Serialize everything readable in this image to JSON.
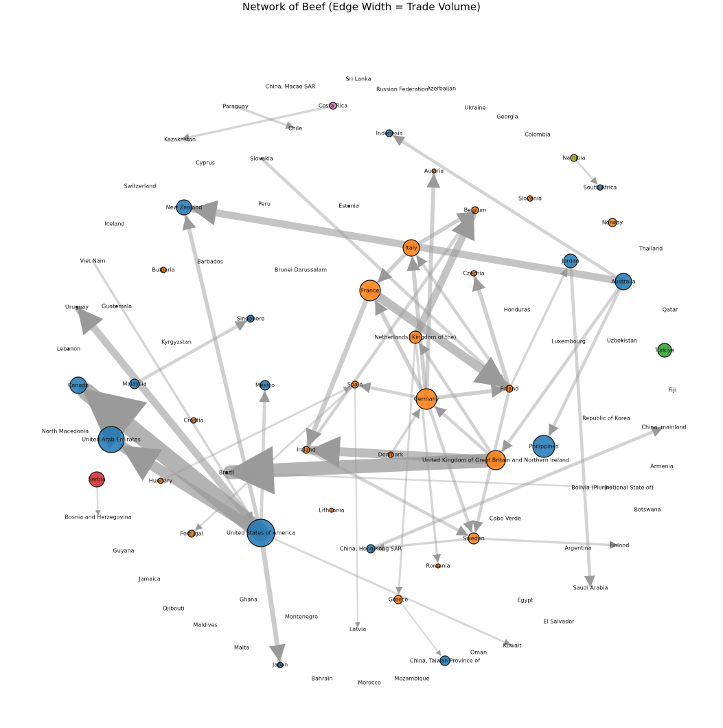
{
  "title": "Network of Beef (Edge Width = Trade Volume)",
  "colors": {
    "blue": "#1f77b4",
    "orange": "#ff7f0e",
    "red": "#d62728",
    "green": "#2ca02c",
    "pink": "#e377c2",
    "olive": "#bcbd22",
    "edge": "#9a9a9a"
  },
  "nodes": [
    {
      "name": "United States of America",
      "group": "blue"
    },
    {
      "name": "United Arab Emirates",
      "group": "blue"
    },
    {
      "name": "Philippines",
      "group": "blue"
    },
    {
      "name": "Canada",
      "group": "blue"
    },
    {
      "name": "Australia",
      "group": "blue"
    },
    {
      "name": "Jordan",
      "group": "blue"
    },
    {
      "name": "New Zealand",
      "group": "blue"
    },
    {
      "name": "Serbia",
      "group": "red"
    },
    {
      "name": "Türkiye",
      "group": "green"
    },
    {
      "name": "Mexico",
      "group": "blue"
    },
    {
      "name": "Malaysia",
      "group": "blue"
    },
    {
      "name": "Singapore",
      "group": "blue"
    },
    {
      "name": "Indonesia",
      "group": "blue"
    },
    {
      "name": "South Africa",
      "group": "blue"
    },
    {
      "name": "China, Hong Kong SAR",
      "group": "blue"
    },
    {
      "name": "China, Taiwan Province of",
      "group": "blue"
    },
    {
      "name": "Japan",
      "group": "blue"
    },
    {
      "name": "Costa Rica",
      "group": "pink"
    },
    {
      "name": "Namibia",
      "group": "olive"
    },
    {
      "name": "Germany",
      "group": "orange"
    },
    {
      "name": "United Kingdom of Great Britain and Northern Ireland",
      "group": "orange"
    },
    {
      "name": "France",
      "group": "orange"
    },
    {
      "name": "Italy",
      "group": "orange"
    },
    {
      "name": "Netherlands (Kingdom of the)",
      "group": "orange"
    },
    {
      "name": "Sweden",
      "group": "orange"
    },
    {
      "name": "Ireland",
      "group": "orange"
    },
    {
      "name": "Spain",
      "group": "orange"
    },
    {
      "name": "Denmark",
      "group": "orange"
    },
    {
      "name": "Poland",
      "group": "orange"
    },
    {
      "name": "Belgium",
      "group": "orange"
    },
    {
      "name": "Czechia",
      "group": "orange"
    },
    {
      "name": "Austria",
      "group": "orange"
    },
    {
      "name": "Slovenia",
      "group": "orange"
    },
    {
      "name": "Norway",
      "group": "orange"
    },
    {
      "name": "Bulgaria",
      "group": "orange"
    },
    {
      "name": "Croatia",
      "group": "orange"
    },
    {
      "name": "Hungary",
      "group": "orange"
    },
    {
      "name": "Portugal",
      "group": "orange"
    },
    {
      "name": "Lithuania",
      "group": "orange"
    },
    {
      "name": "Romania",
      "group": "orange"
    },
    {
      "name": "Greece",
      "group": "orange"
    },
    {
      "name": "Estonia",
      "group": "none"
    },
    {
      "name": "Sri Lanka",
      "group": "none"
    },
    {
      "name": "China, Macao SAR",
      "group": "none"
    },
    {
      "name": "Russian Federation",
      "group": "none"
    },
    {
      "name": "Azerbaijan",
      "group": "none"
    },
    {
      "name": "Paraguay",
      "group": "none"
    },
    {
      "name": "Ukraine",
      "group": "none"
    },
    {
      "name": "Georgia",
      "group": "none"
    },
    {
      "name": "Chile",
      "group": "none"
    },
    {
      "name": "Kazakhstan",
      "group": "none"
    },
    {
      "name": "Colombia",
      "group": "none"
    },
    {
      "name": "Slovakia",
      "group": "none"
    },
    {
      "name": "Cyprus",
      "group": "none"
    },
    {
      "name": "Switzerland",
      "group": "none"
    },
    {
      "name": "Peru",
      "group": "none"
    },
    {
      "name": "Iceland",
      "group": "none"
    },
    {
      "name": "Thailand",
      "group": "none"
    },
    {
      "name": "Viet Nam",
      "group": "none"
    },
    {
      "name": "Barbados",
      "group": "none"
    },
    {
      "name": "Brunei Darussalam",
      "group": "none"
    },
    {
      "name": "Uruguay",
      "group": "none"
    },
    {
      "name": "Guatemala",
      "group": "none"
    },
    {
      "name": "Honduras",
      "group": "none"
    },
    {
      "name": "Qatar",
      "group": "none"
    },
    {
      "name": "Kyrgyzstan",
      "group": "none"
    },
    {
      "name": "Luxembourg",
      "group": "none"
    },
    {
      "name": "Uzbekistan",
      "group": "none"
    },
    {
      "name": "Lebanon",
      "group": "none"
    },
    {
      "name": "Fiji",
      "group": "none"
    },
    {
      "name": "Republic of Korea",
      "group": "none"
    },
    {
      "name": "China, mainland",
      "group": "none"
    },
    {
      "name": "North Macedonia",
      "group": "none"
    },
    {
      "name": "Armenia",
      "group": "none"
    },
    {
      "name": "Brazil",
      "group": "none"
    },
    {
      "name": "Bolivia (Plurinational State of)",
      "group": "none"
    },
    {
      "name": "Botswana",
      "group": "none"
    },
    {
      "name": "Bosnia and Herzegovina",
      "group": "none"
    },
    {
      "name": "Cabo Verde",
      "group": "none"
    },
    {
      "name": "Argentina",
      "group": "none"
    },
    {
      "name": "Finland",
      "group": "none"
    },
    {
      "name": "Guyana",
      "group": "none"
    },
    {
      "name": "Jamaica",
      "group": "none"
    },
    {
      "name": "Saudi Arabia",
      "group": "none"
    },
    {
      "name": "Djibouti",
      "group": "none"
    },
    {
      "name": "Ghana",
      "group": "none"
    },
    {
      "name": "Egypt",
      "group": "none"
    },
    {
      "name": "Montenegro",
      "group": "none"
    },
    {
      "name": "Maldives",
      "group": "none"
    },
    {
      "name": "El Salvador",
      "group": "none"
    },
    {
      "name": "Latvia",
      "group": "none"
    },
    {
      "name": "Malta",
      "group": "none"
    },
    {
      "name": "Kuwait",
      "group": "none"
    },
    {
      "name": "Oman",
      "group": "none"
    },
    {
      "name": "Bahrain",
      "group": "none"
    },
    {
      "name": "Morocco",
      "group": "none"
    },
    {
      "name": "Mozambique",
      "group": "none"
    }
  ],
  "edges": [
    {
      "source": "United States of America",
      "target": "Canada",
      "weight": 10
    },
    {
      "source": "United States of America",
      "target": "United Arab Emirates",
      "weight": 6
    },
    {
      "source": "United States of America",
      "target": "Uruguay",
      "weight": 4
    },
    {
      "source": "United Kingdom of Great Britain and Northern Ireland",
      "target": "Brazil",
      "weight": 8
    },
    {
      "source": "United Kingdom of Great Britain and Northern Ireland",
      "target": "Ireland",
      "weight": 5
    },
    {
      "source": "Australia",
      "target": "New Zealand",
      "weight": 4
    },
    {
      "source": "France",
      "target": "Poland",
      "weight": 5
    },
    {
      "source": "Netherlands (Kingdom of the)",
      "target": "Belgium",
      "weight": 4
    },
    {
      "source": "United States of America",
      "target": "Japan",
      "weight": 2.5
    },
    {
      "source": "United States of America",
      "target": "New Zealand",
      "weight": 2
    },
    {
      "source": "France",
      "target": "Ireland",
      "weight": 2.5
    },
    {
      "source": "Germany",
      "target": "Austria",
      "weight": 2
    },
    {
      "source": "Germany",
      "target": "Poland",
      "weight": 2
    },
    {
      "source": "Germany",
      "target": "France",
      "weight": 2
    },
    {
      "source": "Germany",
      "target": "Italy",
      "weight": 2
    },
    {
      "source": "Germany",
      "target": "Spain",
      "weight": 1.5
    },
    {
      "source": "Germany",
      "target": "Sweden",
      "weight": 1.5
    },
    {
      "source": "Poland",
      "target": "Czechia",
      "weight": 2
    },
    {
      "source": "Poland",
      "target": "Italy",
      "weight": 1.5
    },
    {
      "source": "Poland",
      "target": "Sweden",
      "weight": 1.5
    },
    {
      "source": "Italy",
      "target": "France",
      "weight": 2
    },
    {
      "source": "Italy",
      "target": "Belgium",
      "weight": 2
    },
    {
      "source": "Australia",
      "target": "Indonesia",
      "weight": 1.5
    },
    {
      "source": "Australia",
      "target": "United Kingdom of Great Britain and Northern Ireland",
      "weight": 1.5
    },
    {
      "source": "Australia",
      "target": "Philippines",
      "weight": 1.5
    },
    {
      "source": "Jordan",
      "target": "Saudi Arabia",
      "weight": 1.5
    },
    {
      "source": "Malaysia",
      "target": "Singapore",
      "weight": 1.5
    },
    {
      "source": "United States of America",
      "target": "Mexico",
      "weight": 1.5
    },
    {
      "source": "Costa Rica",
      "target": "Kazakhstan",
      "weight": 1
    },
    {
      "source": "Paraguay",
      "target": "Chile",
      "weight": 1
    },
    {
      "source": "Slovakia",
      "target": "Poland",
      "weight": 1.5
    },
    {
      "source": "Sweden",
      "target": "Finland",
      "weight": 1
    },
    {
      "source": "Sweden",
      "target": "China, Hong Kong SAR",
      "weight": 1
    },
    {
      "source": "China, Hong Kong SAR",
      "target": "China, mainland",
      "weight": 1.5
    },
    {
      "source": "Ireland",
      "target": "Sweden",
      "weight": 1.5
    },
    {
      "source": "Ireland",
      "target": "Belgium",
      "weight": 1.5
    },
    {
      "source": "United Kingdom of Great Britain and Northern Ireland",
      "target": "Germany",
      "weight": 1.5
    },
    {
      "source": "United Kingdom of Great Britain and Northern Ireland",
      "target": "Netherlands (Kingdom of the)",
      "weight": 1.5
    },
    {
      "source": "Viet Nam",
      "target": "United States of America",
      "weight": 1
    },
    {
      "source": "Namibia",
      "target": "South Africa",
      "weight": 0.8
    },
    {
      "source": "United States of America",
      "target": "Kuwait",
      "weight": 0.8
    },
    {
      "source": "Hungary",
      "target": "Spain",
      "weight": 0.8
    },
    {
      "source": "Denmark",
      "target": "Germany",
      "weight": 1.2
    },
    {
      "source": "Netherlands (Kingdom of the)",
      "target": "Romania",
      "weight": 1
    },
    {
      "source": "Netherlands (Kingdom of the)",
      "target": "Greece",
      "weight": 0.8
    },
    {
      "source": "Poland",
      "target": "Jordan",
      "weight": 1
    },
    {
      "source": "Spain",
      "target": "Portugal",
      "weight": 0.8
    },
    {
      "source": "Brazil",
      "target": "Bolivia (Plurinational State of)",
      "weight": 0.6
    },
    {
      "source": "Serbia",
      "target": "Bosnia and Herzegovina",
      "weight": 0.5
    },
    {
      "source": "Spain",
      "target": "Latvia",
      "weight": 0.5
    },
    {
      "source": "Greece",
      "target": "China, Taiwan Province of",
      "weight": 0.5
    }
  ]
}
